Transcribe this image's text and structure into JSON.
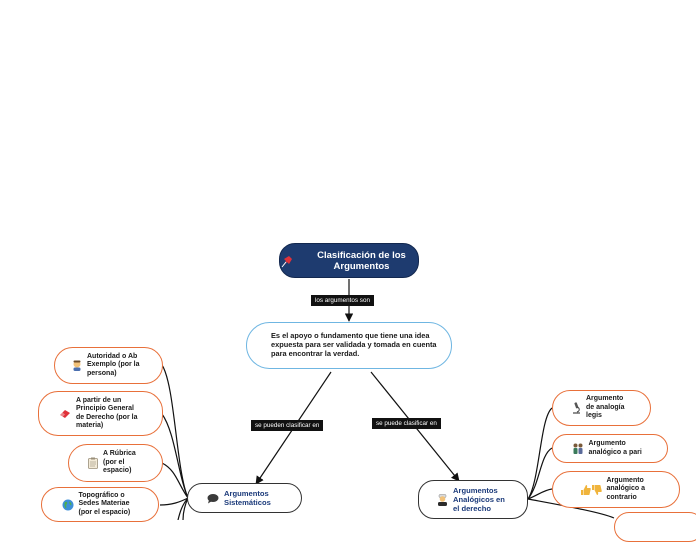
{
  "root": {
    "title": "Clasificación de los Argumentos",
    "icon": "red-pushpin-icon"
  },
  "connector_root_def": "los argumentos son",
  "definition": "Es el apoyo o fundamento que tiene una idea expuesta para ser validada y tomada en cuenta para encontrar la verdad.",
  "connector_left": "se pueden clasificar en",
  "connector_right": "se puede clasificar en",
  "systematic": {
    "title": "Argumentos Sistemáticos",
    "icon": "speech-bubble-icon",
    "children": [
      {
        "text": "Autoridad o Ab Exemplo (por la persona)",
        "icon": "person-icon"
      },
      {
        "text": "A partir de un Principio General de Derecho (por la materia)",
        "icon": "red-eraser-icon"
      },
      {
        "text": "A Rúbrica (por el espacio)",
        "icon": "clipboard-icon"
      },
      {
        "text": "Topográfico o Sedes Materiae (por el espacio)",
        "icon": "globe-icon"
      }
    ]
  },
  "analogic": {
    "title": "Argumentos Analógicos en el derecho",
    "icon": "judge-icon",
    "children": [
      {
        "text": "Argumento de analogía legis",
        "icon": "microscope-icon"
      },
      {
        "text": "Argumento analógico a pari",
        "icon": "two-people-icon"
      },
      {
        "text": "Argumento analógico a contrario",
        "icon": "thumbs-up-down-icon"
      }
    ]
  },
  "colors": {
    "root_fill": "#1e3b6f",
    "definition_border": "#6fb6e2",
    "leaf_border": "#e8703a",
    "category_text": "#1b3a7a",
    "connector_label_bg": "#111111"
  }
}
